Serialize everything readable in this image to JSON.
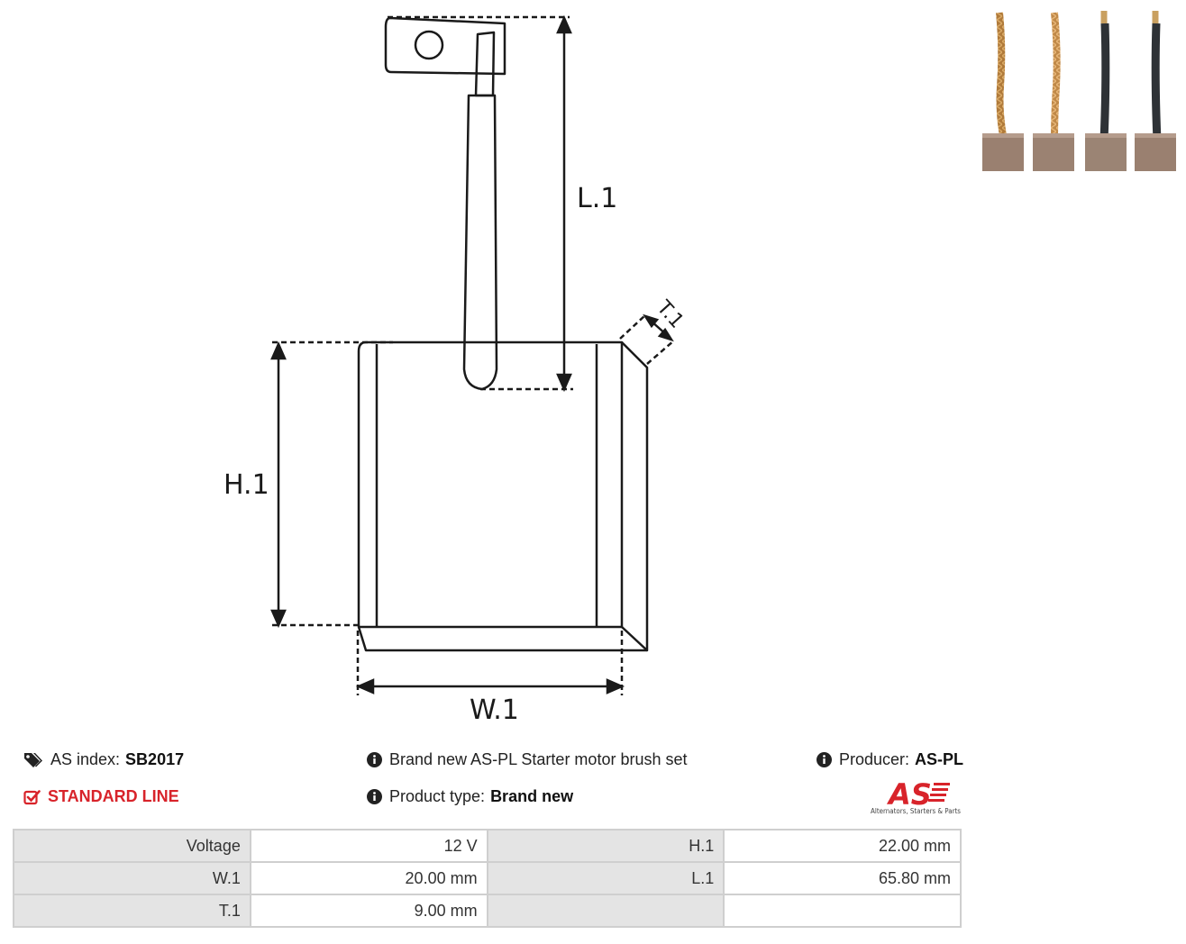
{
  "diagram": {
    "labels": {
      "l1": "L.1",
      "h1": "H.1",
      "w1": "W.1",
      "t1": "T.1"
    }
  },
  "info": {
    "as_index_label": "AS index:",
    "as_index_value": "SB2017",
    "line_label": "STANDARD LINE",
    "description": "Brand new AS-PL Starter motor brush set",
    "product_type_label": "Product type:",
    "product_type_value": "Brand new",
    "producer_label": "Producer:",
    "producer_value": "AS-PL"
  },
  "logo": {
    "mark": "AS",
    "tagline": "Alternators, Starters & Parts"
  },
  "colors": {
    "accent": "#d8232a"
  },
  "specs": [
    [
      {
        "key": "Voltage",
        "value": "12 V"
      },
      {
        "key": "H.1",
        "value": "22.00 mm"
      }
    ],
    [
      {
        "key": "W.1",
        "value": "20.00 mm"
      },
      {
        "key": "L.1",
        "value": "65.80 mm"
      }
    ],
    [
      {
        "key": "T.1",
        "value": "9.00 mm"
      },
      {
        "key": "",
        "value": ""
      }
    ]
  ]
}
